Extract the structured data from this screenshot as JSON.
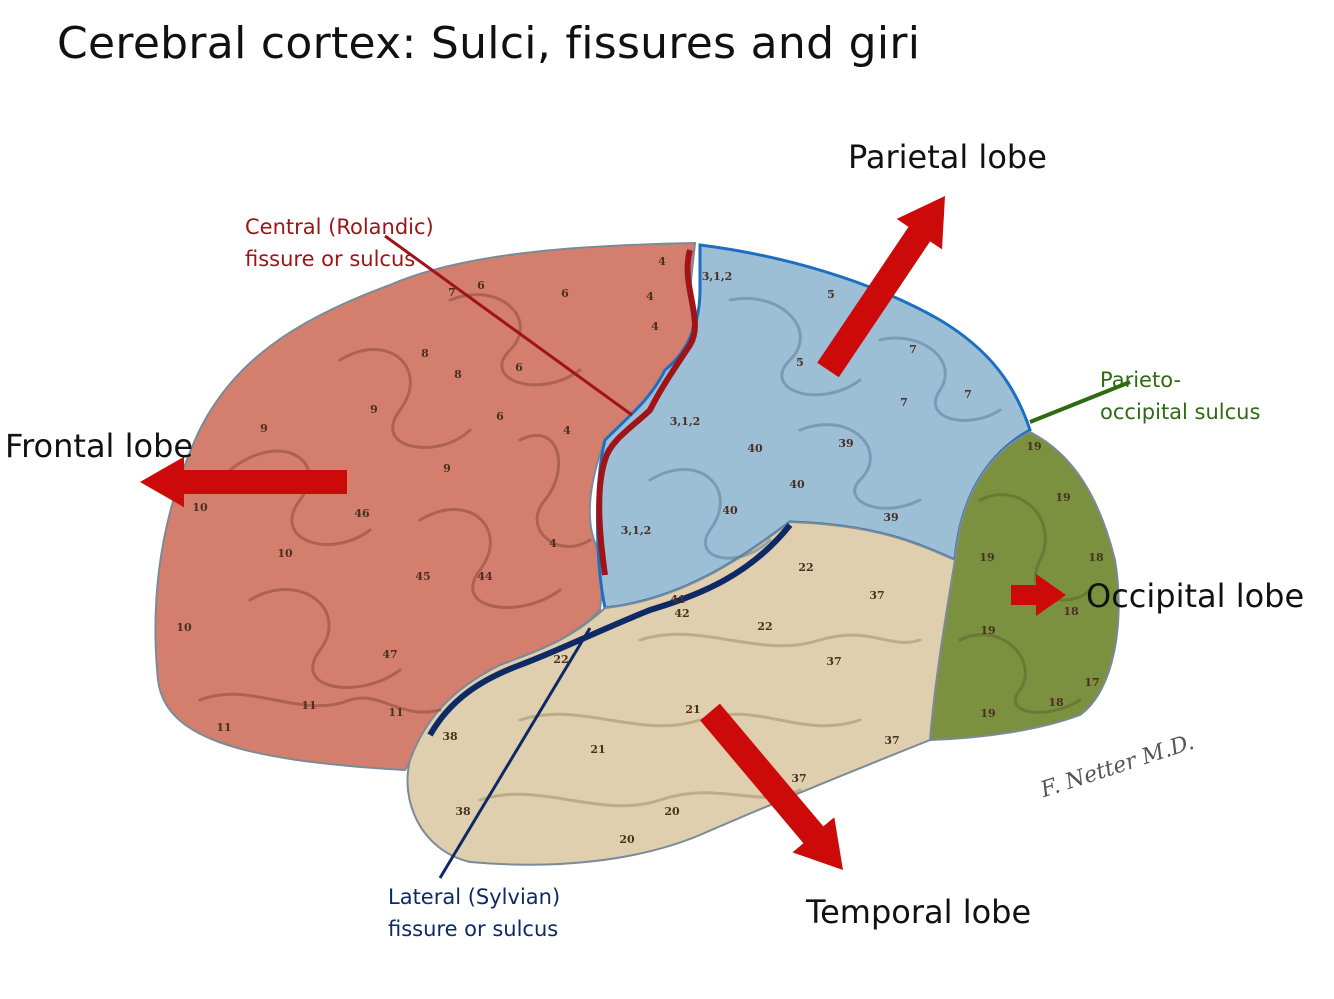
{
  "title": "Cerebral cortex: Sulci, fissures and giri",
  "lobes": {
    "frontal": "Frontal lobe",
    "parietal": "Parietal lobe",
    "occipital": "Occipital lobe",
    "temporal": "Temporal lobe"
  },
  "annotations": {
    "central": {
      "line1": "Central (Rolandic)",
      "line2": "fissure or sulcus",
      "color": "#a01418"
    },
    "parieto_occipital": {
      "line1": "Parieto-",
      "line2": "occipital sulcus",
      "color": "#2e6b12"
    },
    "lateral": {
      "line1": "Lateral (Sylvian)",
      "line2": "fissure or sulcus",
      "color": "#0e2a66"
    }
  },
  "colors": {
    "frontal": "#d47f6e",
    "parietal": "#9dbfd6",
    "occipital": "#7b9140",
    "temporal": "#e0cfae",
    "arrow": "#cc0a0a",
    "boundary": "#1c6fc0"
  },
  "brodmann_areas": [
    "4",
    "4",
    "4",
    "4",
    "4",
    "6",
    "6",
    "6",
    "6",
    "7",
    "8",
    "8",
    "9",
    "9",
    "9",
    "10",
    "10",
    "10",
    "11",
    "11",
    "11",
    "44",
    "45",
    "46",
    "47",
    "3,1,2",
    "3,1,2",
    "3,1,2",
    "5",
    "5",
    "7",
    "7",
    "7",
    "39",
    "39",
    "40",
    "40",
    "40",
    "41",
    "42",
    "22",
    "22",
    "22",
    "21",
    "21",
    "20",
    "20",
    "37",
    "37",
    "37",
    "37",
    "38",
    "38",
    "19",
    "19",
    "19",
    "19",
    "19",
    "18",
    "18",
    "18",
    "17"
  ],
  "signature": "F. Netter M.D."
}
